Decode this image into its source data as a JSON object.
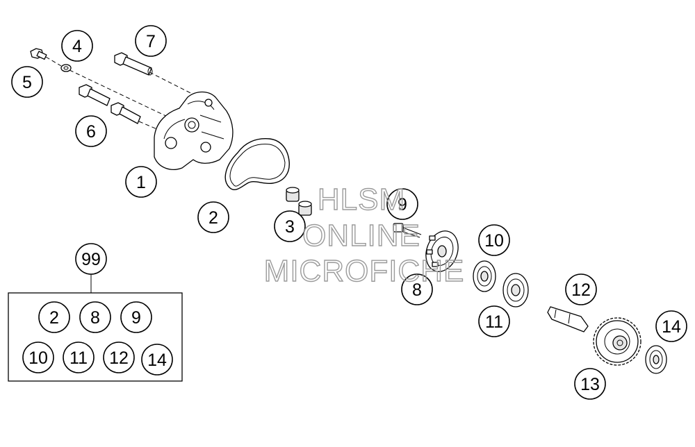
{
  "callouts": [
    {
      "id": "c1",
      "label": "1"
    },
    {
      "id": "c2",
      "label": "2"
    },
    {
      "id": "c3",
      "label": "3"
    },
    {
      "id": "c4",
      "label": "4"
    },
    {
      "id": "c5",
      "label": "5"
    },
    {
      "id": "c6",
      "label": "6"
    },
    {
      "id": "c7",
      "label": "7"
    },
    {
      "id": "c8",
      "label": "8"
    },
    {
      "id": "c9",
      "label": "9"
    },
    {
      "id": "c10",
      "label": "10"
    },
    {
      "id": "c11",
      "label": "11"
    },
    {
      "id": "c12",
      "label": "12"
    },
    {
      "id": "c13",
      "label": "13"
    },
    {
      "id": "c14",
      "label": "14"
    }
  ],
  "kit": {
    "label": "99",
    "items": [
      "2",
      "8",
      "9",
      "10",
      "11",
      "12",
      "14"
    ]
  },
  "watermark": {
    "line1": "HLSM",
    "line2": "ONLINE",
    "line3": "MICROFICHE"
  },
  "colors": {
    "line": "#000000",
    "background": "#ffffff",
    "watermark": "#9a9a9a"
  }
}
